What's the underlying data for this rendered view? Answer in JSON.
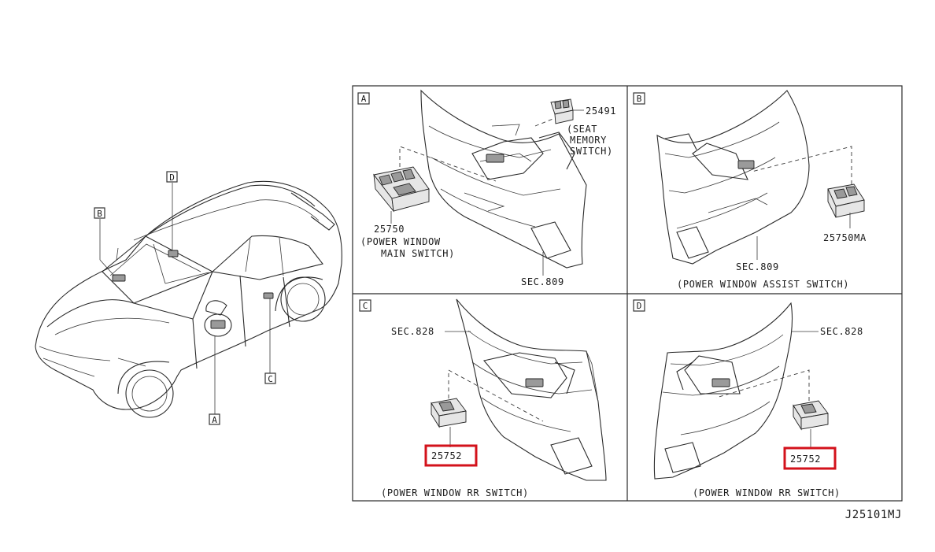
{
  "panels": [
    {
      "tag": "A",
      "parts": [
        {
          "number": "25491",
          "caption": [
            "(SEAT",
            "MEMORY",
            "SWITCH)"
          ]
        },
        {
          "number": "25750",
          "caption": [
            "(POWER WINDOW",
            "MAIN SWITCH)"
          ]
        }
      ],
      "section": "SEC.809"
    },
    {
      "tag": "B",
      "parts": [
        {
          "number": "25750MA",
          "caption": []
        }
      ],
      "section": "SEC.809",
      "footer": "(POWER WINDOW ASSIST SWITCH)"
    },
    {
      "tag": "C",
      "parts": [
        {
          "number": "25752",
          "caption": []
        }
      ],
      "section": "SEC.828",
      "footer": "(POWER WINDOW RR SWITCH)"
    },
    {
      "tag": "D",
      "parts": [
        {
          "number": "25752",
          "caption": []
        }
      ],
      "section": "SEC.828",
      "footer": "(POWER WINDOW RR SWITCH)"
    }
  ],
  "car_tags": [
    "A",
    "B",
    "C",
    "D"
  ],
  "diagram_code": "J25101MJ",
  "colors": {
    "line": "#2a2a2a",
    "highlight": "#d3121b",
    "background": "#ffffff"
  }
}
